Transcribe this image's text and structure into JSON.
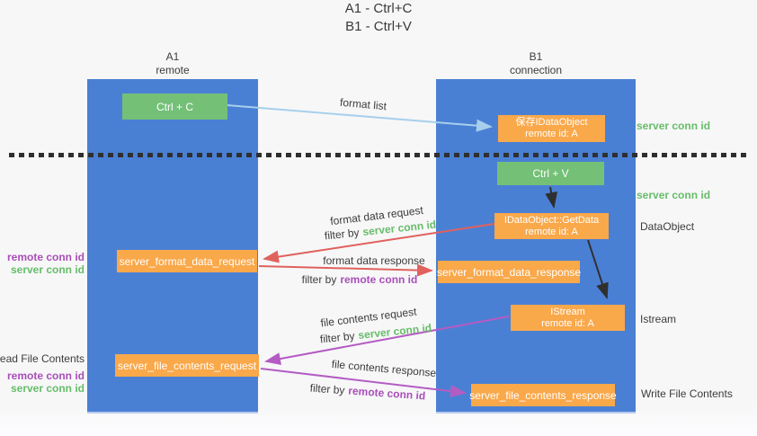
{
  "title": {
    "line1": "A1 - Ctrl+C",
    "line2": "B1 - Ctrl+V"
  },
  "lanes": {
    "left": {
      "name": "A1",
      "role": "remote"
    },
    "right": {
      "name": "B1",
      "role": "connection"
    }
  },
  "boxes": {
    "ctrl_c": {
      "label": "Ctrl + C"
    },
    "save_idataobject": {
      "line1": "保存IDataObject",
      "line2": "remote id: A"
    },
    "ctrl_v": {
      "label": "Ctrl + V"
    },
    "getdata": {
      "line1": "IDataObject::GetData",
      "line2": "remote id: A"
    },
    "format_request": {
      "label": "server_format_data_request"
    },
    "format_response": {
      "label": "server_format_data_response"
    },
    "istream": {
      "line1": "IStream",
      "line2": "remote id: A"
    },
    "file_request": {
      "label": "server_file_contents_request"
    },
    "file_response": {
      "label": "server_file_contents_response"
    }
  },
  "arrows": {
    "format_list": {
      "label": "format list"
    },
    "format_data_request": {
      "label": "format data request",
      "filter_prefix": "filter by",
      "filter_key": "server conn id"
    },
    "format_data_response": {
      "label": "format data response",
      "filter_prefix": "filter by",
      "filter_key": "remote conn id"
    },
    "file_contents_request": {
      "label": "file contents request",
      "filter_prefix": "filter by",
      "filter_key": "server conn id"
    },
    "file_contents_response": {
      "label": "file contents response",
      "filter_prefix": "filter by",
      "filter_key": "remote conn id"
    }
  },
  "annotations": {
    "right": {
      "server_conn_id_top": "server conn id",
      "server_conn_id_mid": "server conn id",
      "dataobject": "DataObject",
      "istream": "Istream",
      "write_file_contents": "Write File Contents"
    },
    "left": {
      "remote_conn_id_top": "remote conn id",
      "server_conn_id_top": "server conn id",
      "read_file_contents": "Read File Contents",
      "remote_conn_id_bottom": "remote conn id",
      "server_conn_id_bottom": "server conn id"
    }
  },
  "colors": {
    "lane_blue": "#4a80d4",
    "box_green": "#74c077",
    "box_orange": "#f9a84a",
    "arrow_blue": "#a7cfec",
    "arrow_red": "#e0615d",
    "arrow_purple": "#b45cc3",
    "arrow_black": "#2f2f2f",
    "text_green": "#67bd6a",
    "text_purple": "#a94fb8",
    "text_dark": "#3c3c3c"
  }
}
